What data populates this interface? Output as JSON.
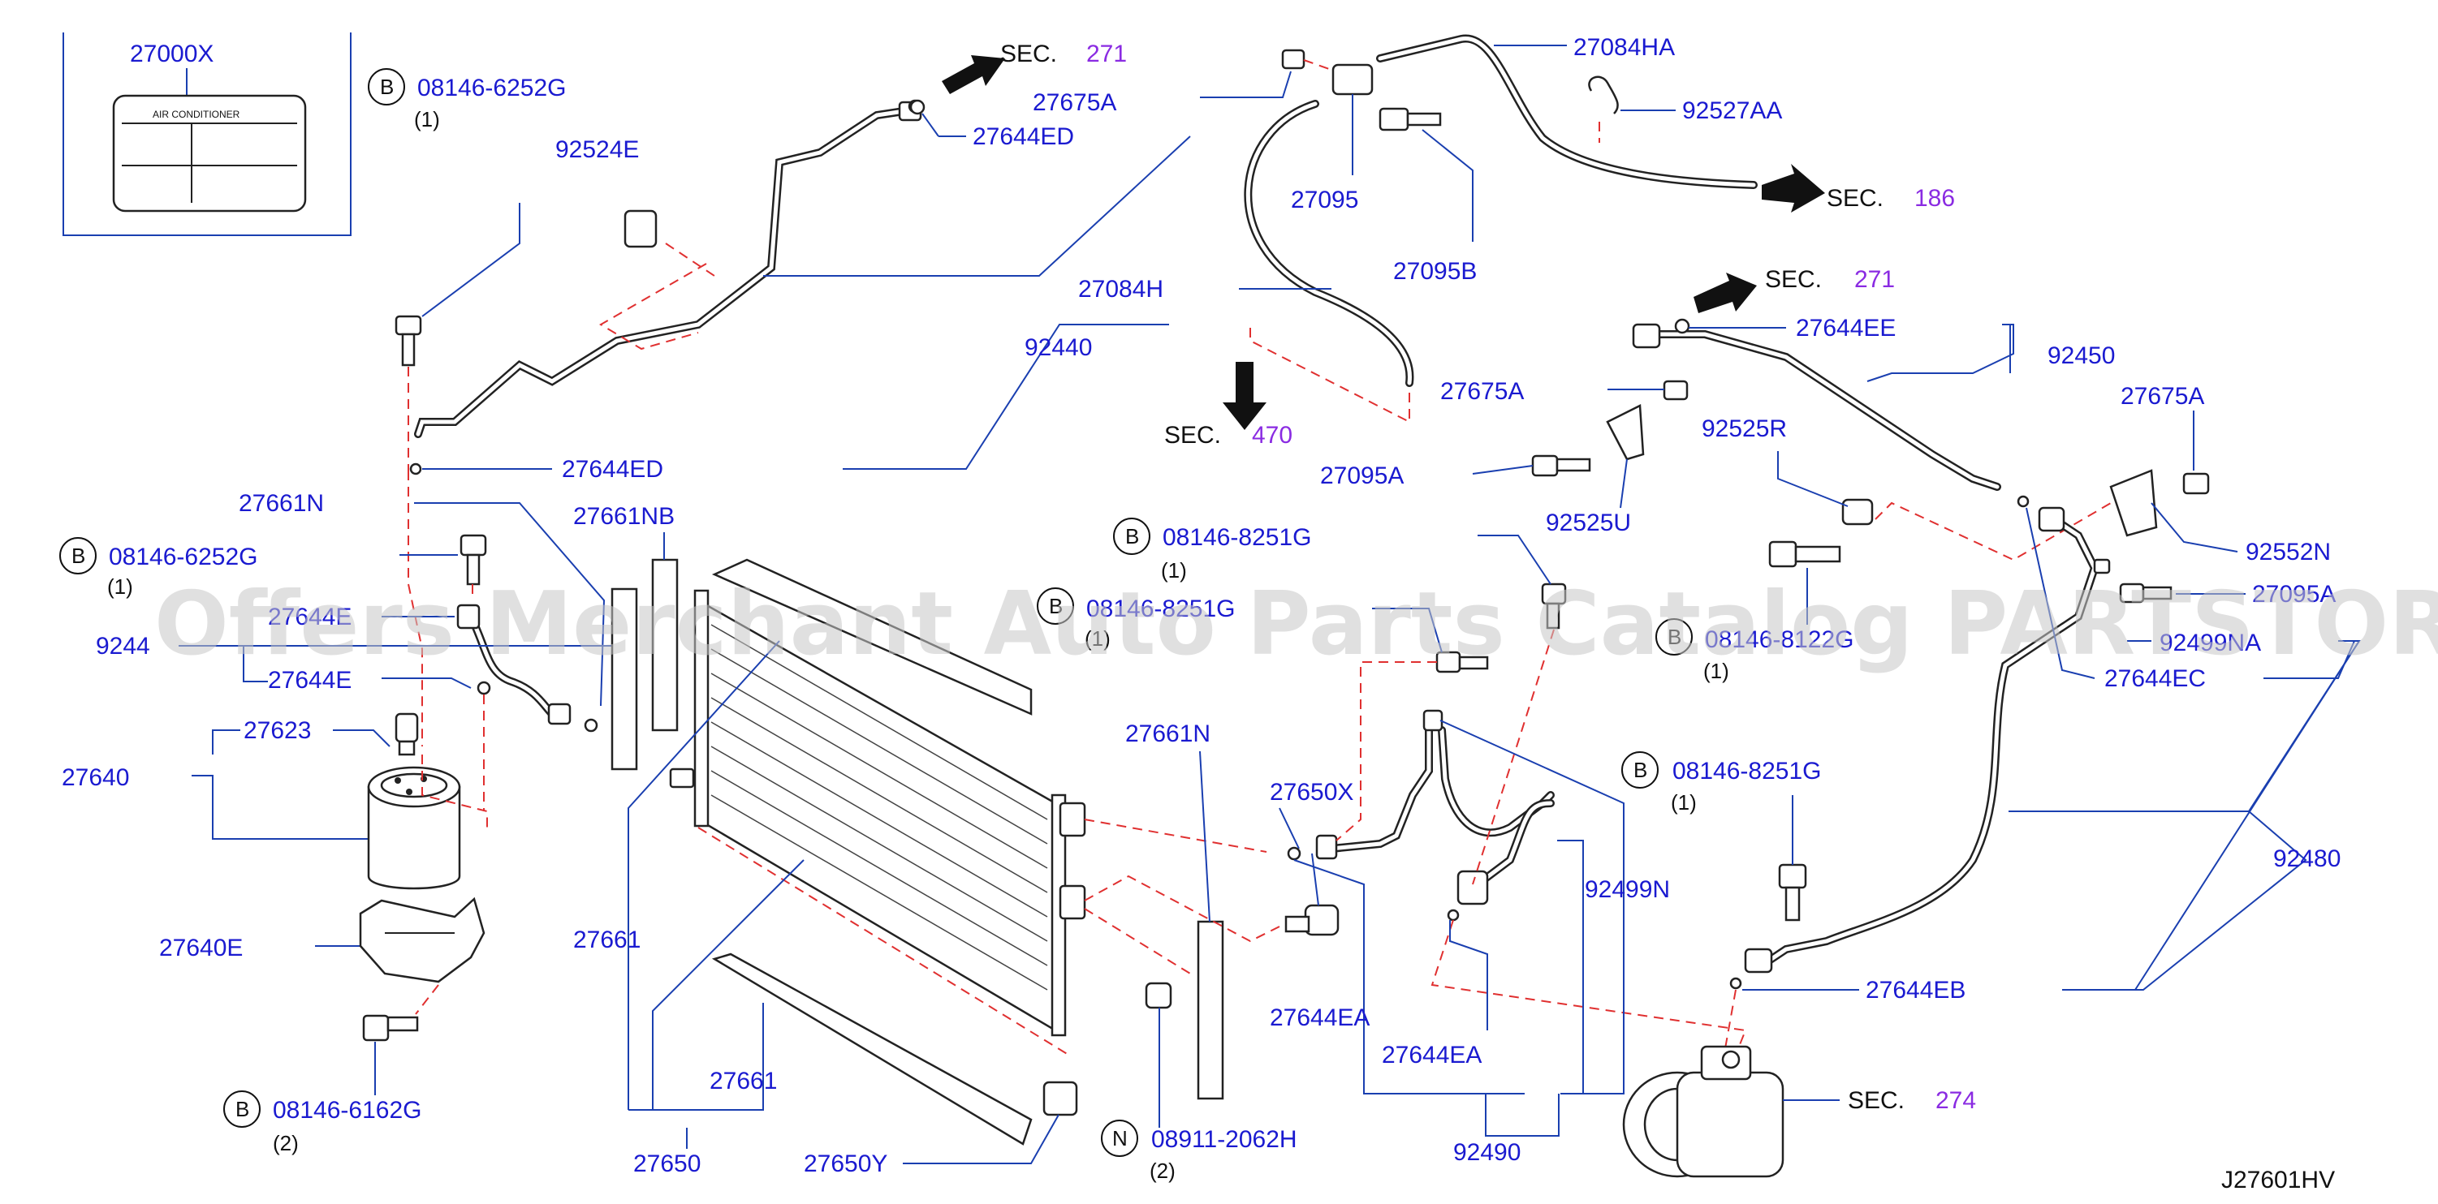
{
  "labels": {
    "p27000X": "27000X",
    "airConditioner": "AIR    CONDITIONER",
    "p08146_6252G_a": "08146-6252G",
    "q1a": "(1)",
    "p92524E": "92524E",
    "sec271a": "SEC.",
    "sec271a_n": "271",
    "p27644ED_a": "27644ED",
    "p27675A_a": "27675A",
    "p27084HA": "27084HA",
    "p92527AA": "92527AA",
    "p27095": "27095",
    "p27095B": "27095B",
    "sec186": "SEC.",
    "sec186_n": "186",
    "p27084H": "27084H",
    "sec271b": "SEC.",
    "sec271b_n": "271",
    "p27644EE": "27644EE",
    "p92450": "92450",
    "p92440": "92440",
    "p27675A_b": "27675A",
    "p27675A_c": "27675A",
    "sec470": "SEC.",
    "sec470_n": "470",
    "p27095A_a": "27095A",
    "p92525R": "92525R",
    "p92525U": "92525U",
    "p92552N": "92552N",
    "p27644ED_b": "27644ED",
    "p27661N_a": "27661N",
    "p27661NB": "27661NB",
    "p08146_6252G_b": "08146-6252G",
    "q1b": "(1)",
    "p27644E_a": "27644E",
    "p9244x": "9244",
    "p27644E_b": "27644E",
    "p08146_8251G_a": "08146-8251G",
    "q1c": "(1)",
    "p08146_8251G_b": "08146-8251G",
    "q1d": "(1)",
    "p08146_8122G": "08146-8122G",
    "q1e": "(1)",
    "p27095A_b": "27095A",
    "p92499NA": "92499NA",
    "p27644EC": "27644EC",
    "p27623": "27623",
    "p27640": "27640",
    "p27661N_b": "27661N",
    "p27650X": "27650X",
    "p08146_8251G_c": "08146-8251G",
    "q1f": "(1)",
    "p92499N": "92499N",
    "p92480": "92480",
    "p27640E": "27640E",
    "p27661_a": "27661",
    "p27644EA_a": "27644EA",
    "p27644EB": "27644EB",
    "p27644EA_b": "27644EA",
    "p27661_b": "27661",
    "p08146_6162G": "08146-6162G",
    "q2a": "(2)",
    "p08911_2062H": "08911-2062H",
    "q2b": "(2)",
    "sec274": "SEC.",
    "sec274_n": "274",
    "p27650": "27650",
    "p27650Y": "27650Y",
    "p92490": "92490",
    "diagramRef": "J27601HV",
    "badgeB": "B",
    "badgeN": "N"
  },
  "watermark": "Offers Merchant Auto Parts Catalog PARTSTORE.SA",
  "colors": {
    "partNumber": "#1a1ad0",
    "sectionNumber": "#8a2be2",
    "leader": "#1a3fb0",
    "dashedLink": "#e03030"
  }
}
